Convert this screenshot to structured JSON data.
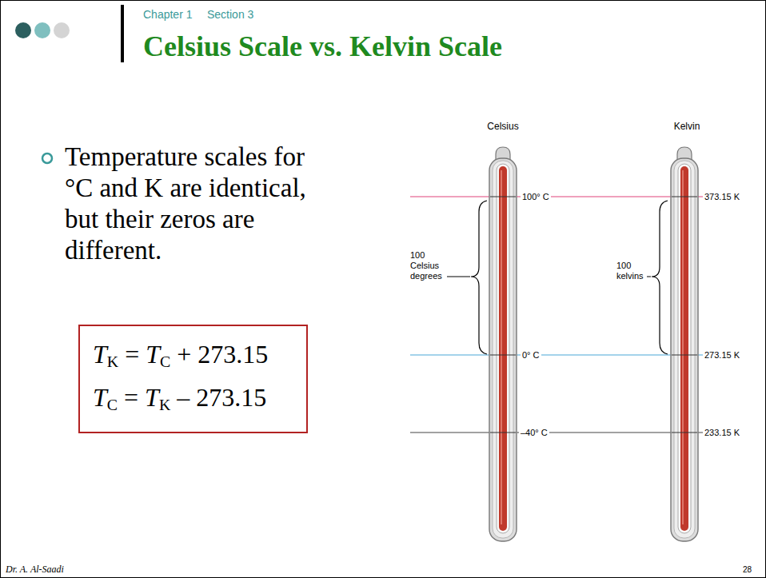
{
  "diagram": {
    "title": "Celsius Scale vs. Kelvin Scale",
    "nodes": [
      {
        "text": [
          "TK = TC + 273.15",
          "TC = TK – 273.15"
        ]
      }
    ],
    "labels": [
      "Chapter 1",
      "Section 3",
      "Temperature scales for °C and K are identical, but their zeros are different.",
      "Celsius",
      "Kelvin",
      "100° C",
      "373.15 K",
      "100 Celsius degrees",
      "100 kelvins",
      "0° C",
      "273.15 K",
      "–40° C",
      "233.15 K",
      "Dr. A. Al-Saadi",
      "28"
    ]
  }
}
